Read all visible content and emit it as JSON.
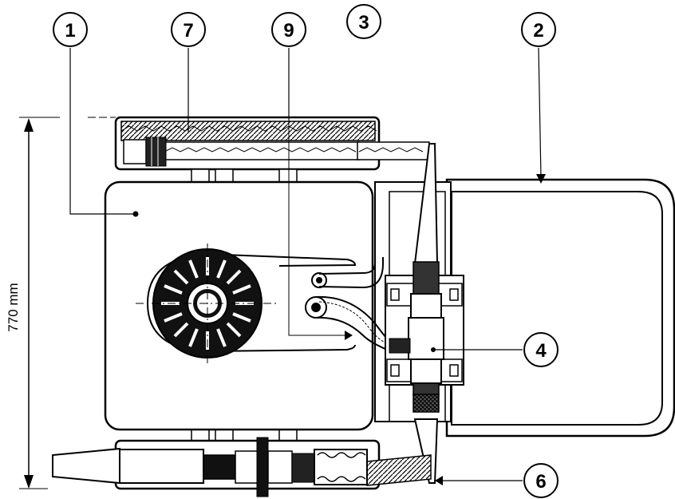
{
  "diagram": {
    "callouts": [
      {
        "id": "c1",
        "label": "1"
      },
      {
        "id": "c7",
        "label": "7"
      },
      {
        "id": "c9",
        "label": "9"
      },
      {
        "id": "c3",
        "label": "3"
      },
      {
        "id": "c2",
        "label": "2"
      },
      {
        "id": "c4",
        "label": "4"
      },
      {
        "id": "c6",
        "label": "6"
      }
    ],
    "dimension": {
      "label": "770 mm"
    }
  }
}
